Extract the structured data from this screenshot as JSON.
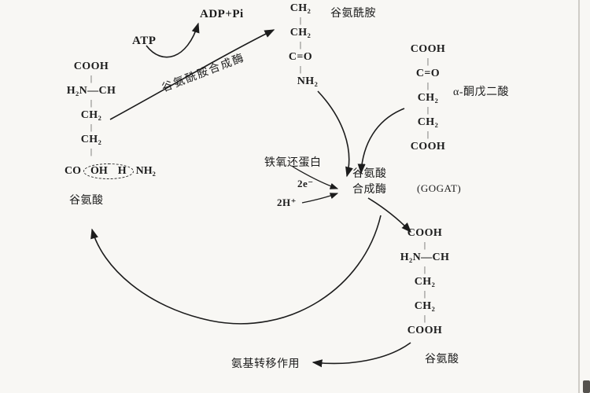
{
  "colors": {
    "ink": "#1c1c1c",
    "bg": "#f8f7f4"
  },
  "labels": {
    "atp": "ATP",
    "adp_pi": "ADP+Pi",
    "glutamine_synthetase": "谷氨酰胺合成酶",
    "glutamine": "谷氨酰胺",
    "alpha_ketoglutarate": "α-酮戊二酸",
    "ferredoxin": "铁氧还蛋白",
    "electrons": "2e⁻",
    "protons": "2H⁺",
    "glutamate_synthase_line1": "谷氨酸",
    "glutamate_synthase_line2": "合成酶",
    "gogat": "(GOGAT)",
    "glutamate_left": "谷氨酸",
    "glutamate_bottom": "谷氨酸",
    "amino_transfer": "氨基转移作用"
  },
  "structures": {
    "glutamate_left": {
      "lines": [
        "COOH",
        "|",
        "H₂N—CH",
        "|",
        "CH₂",
        "|",
        "CH₂",
        "|"
      ],
      "tail": {
        "prefix": "CO",
        "circled_left": "OH",
        "circled_right": "H",
        "suffix": "NH₂"
      }
    },
    "glutamine_top": {
      "lines": [
        "CH₂",
        "|",
        "CH₂",
        "|",
        "C=O",
        "|",
        "NH₂"
      ]
    },
    "alpha_ketoglutarate": {
      "lines": [
        "COOH",
        "|",
        "C=O",
        "|",
        "CH₂",
        "|",
        "CH₂",
        "|",
        "COOH"
      ]
    },
    "glutamate_bottom": {
      "lines": [
        "COOH",
        "|",
        "H₂N—CH",
        "|",
        "CH₂",
        "|",
        "CH₂",
        "|",
        "COOH"
      ]
    }
  }
}
